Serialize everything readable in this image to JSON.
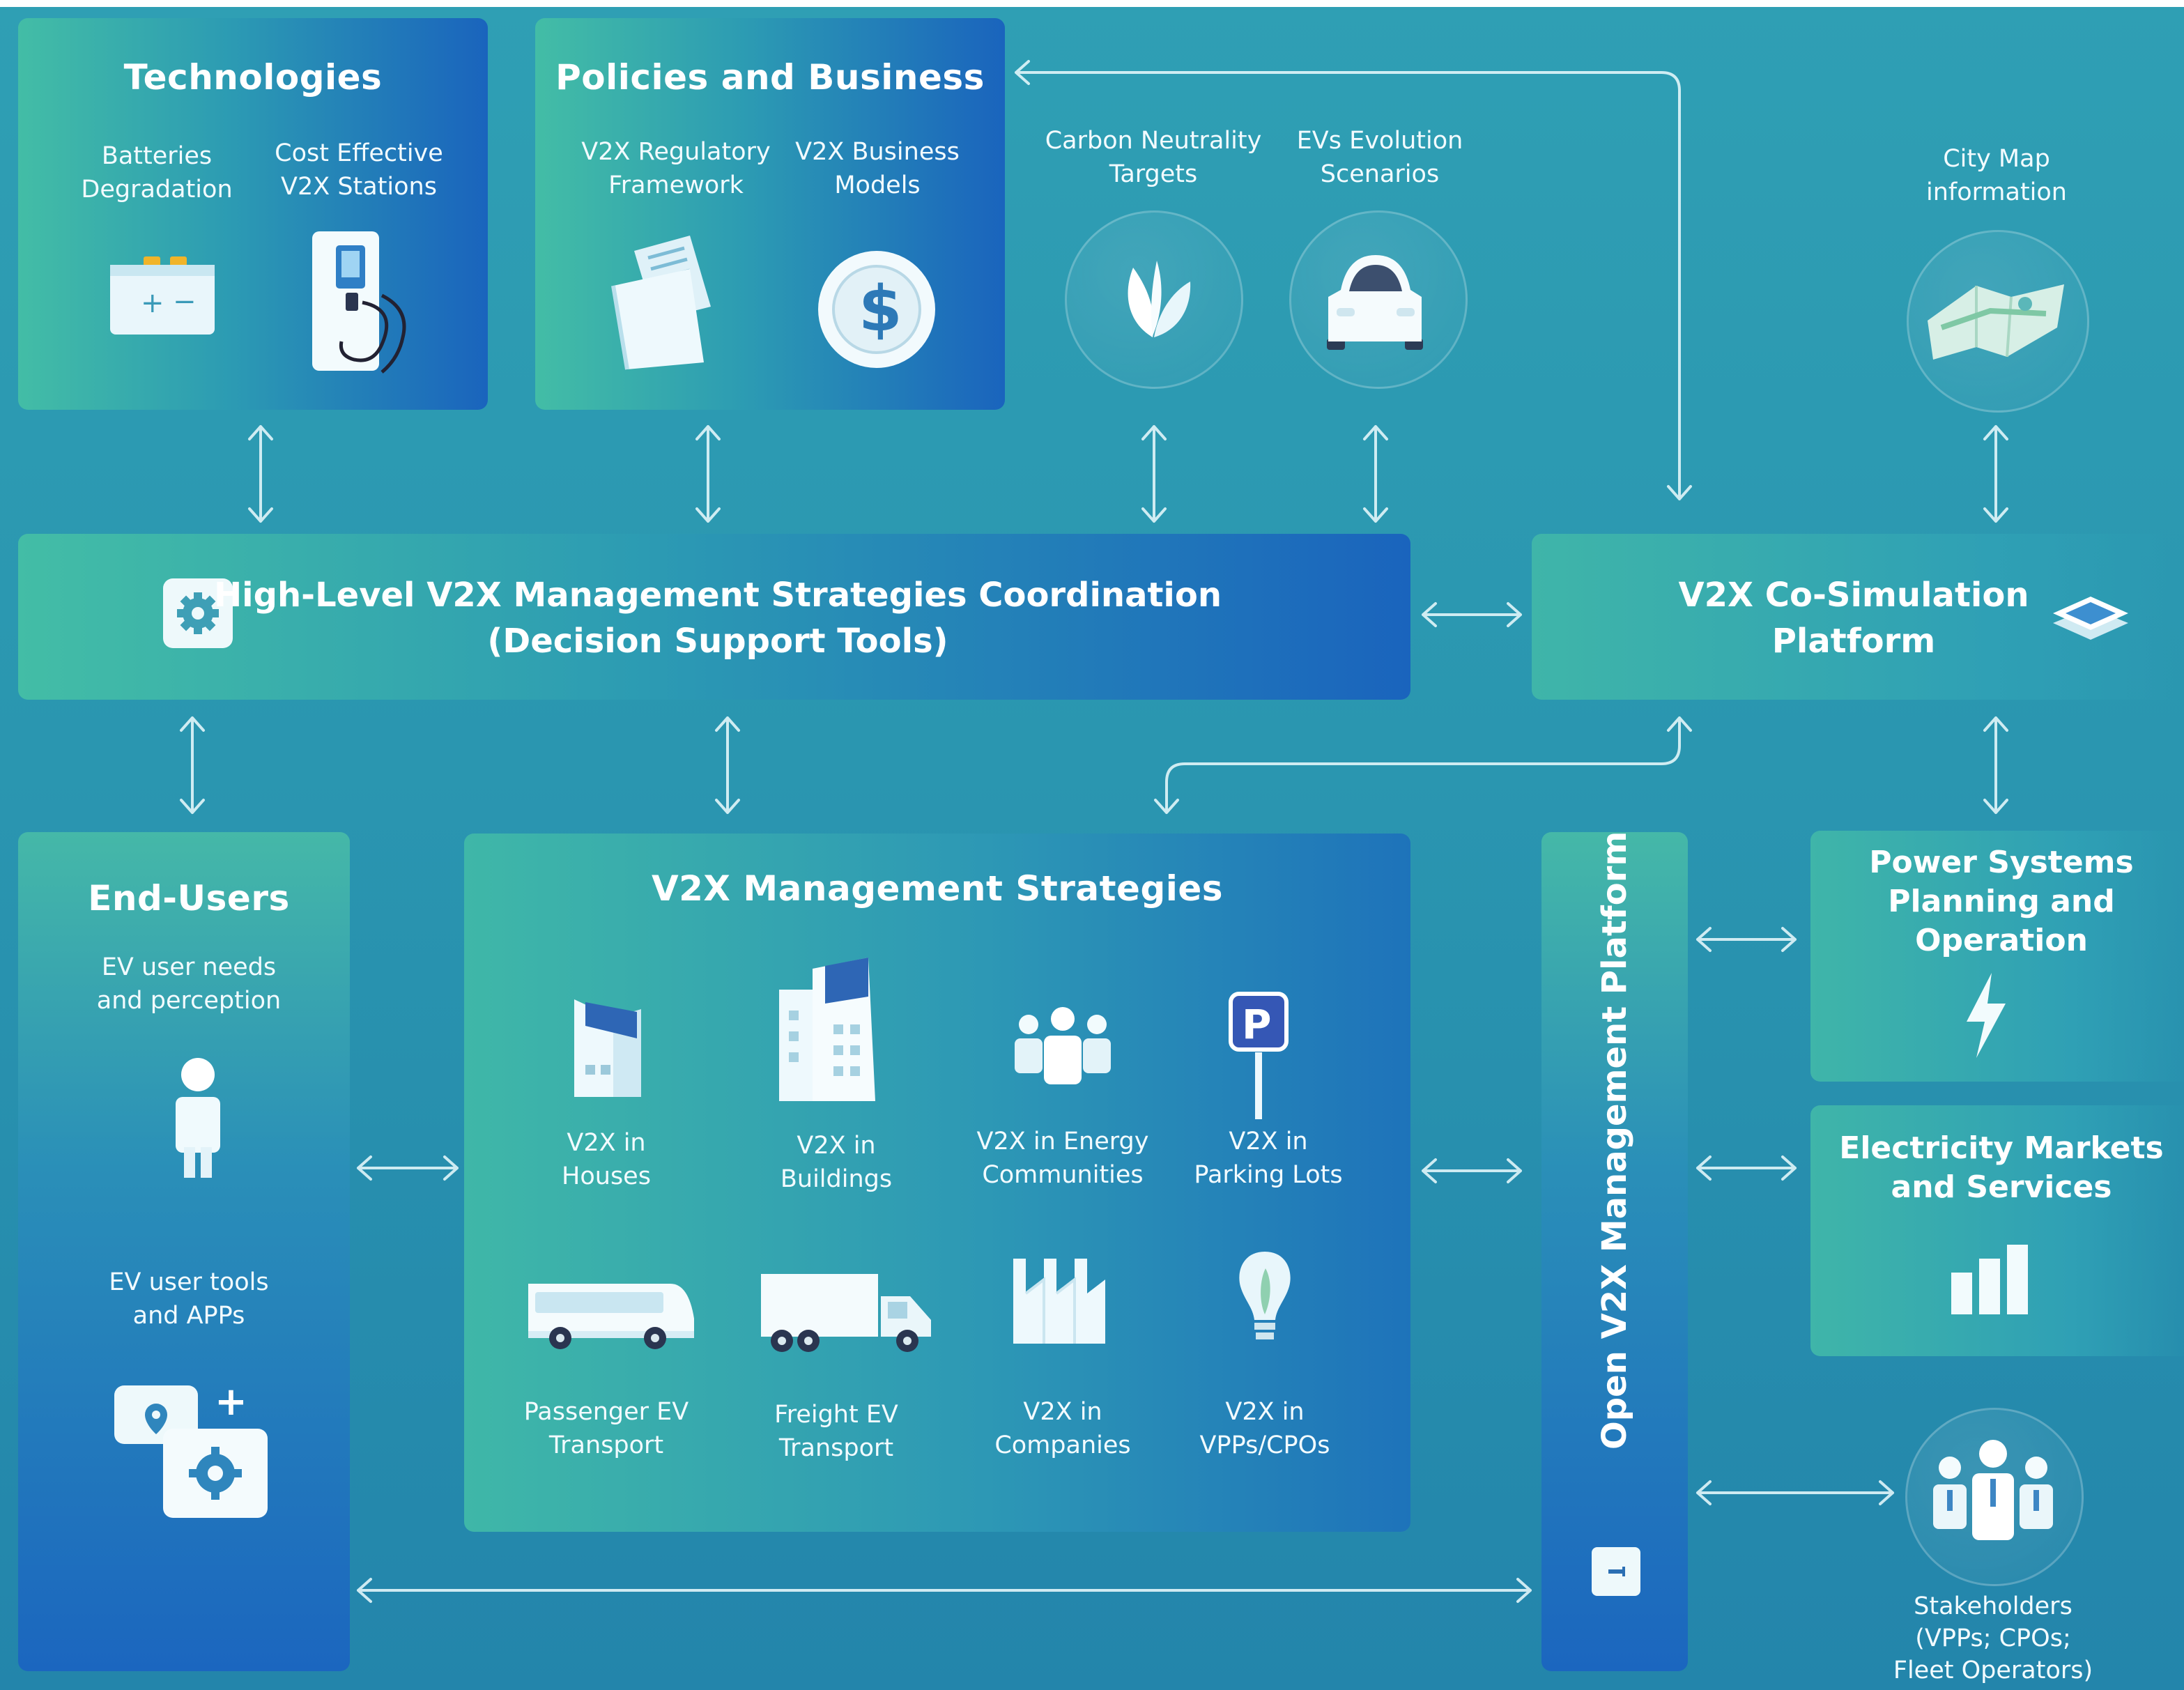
{
  "technologies": {
    "title": "Technologies",
    "batteries": "Batteries\nDegradation",
    "stations": "Cost Effective\nV2X Stations"
  },
  "policies": {
    "title": "Policies and Business",
    "regulatory": "V2X Regulatory\nFramework",
    "business_models": "V2X Business\nModels"
  },
  "carbon": {
    "label": "Carbon Neutrality\nTargets"
  },
  "evs": {
    "label": "EVs Evolution\nScenarios"
  },
  "city_map": {
    "label": "City Map\ninformation"
  },
  "coordination": {
    "line1": "High-Level V2X Management Strategies Coordination",
    "line2": "(Decision Support Tools)"
  },
  "cosim": {
    "line1": "V2X Co-Simulation",
    "line2": "Platform"
  },
  "end_users": {
    "title": "End-Users",
    "needs": "EV user needs\nand perception",
    "tools": "EV user tools\nand APPs"
  },
  "strategies": {
    "title": "V2X Management Strategies",
    "items": [
      {
        "label": "V2X in\nHouses"
      },
      {
        "label": "V2X in\nBuildings"
      },
      {
        "label": "V2X in Energy\nCommunities"
      },
      {
        "label": "V2X in\nParking Lots"
      },
      {
        "label": "Passenger EV\nTransport"
      },
      {
        "label": "Freight EV\nTransport"
      },
      {
        "label": "V2X in\nCompanies"
      },
      {
        "label": "V2X in\nVPPs/CPOs"
      }
    ],
    "parking_letter": "P"
  },
  "open_platform": {
    "label": "Open V2X Management Platform"
  },
  "power_systems": {
    "label": "Power Systems\nPlanning and\nOperation"
  },
  "markets": {
    "label": "Electricity Markets\nand Services"
  },
  "stakeholders": {
    "label": "Stakeholders\n(VPPs; CPOs;\nFleet Operators)"
  },
  "colors": {
    "background": "#2a96b0",
    "box_left": "#43bda6",
    "box_right": "#1a64bd",
    "text": "#ffffff"
  }
}
